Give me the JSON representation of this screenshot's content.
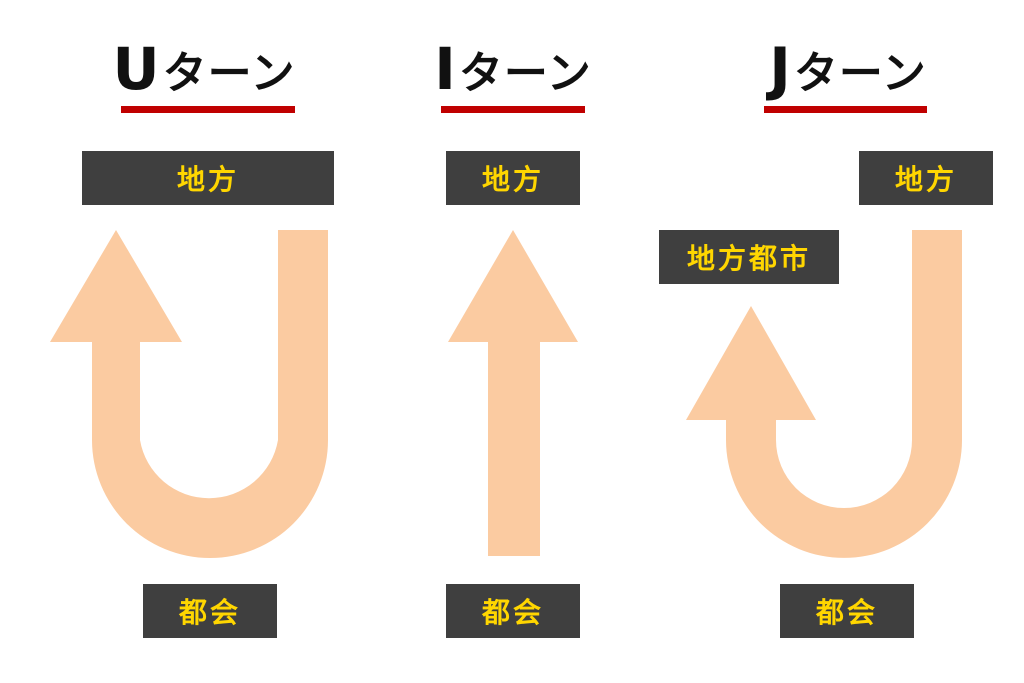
{
  "colors": {
    "accent_underline": "#c00000",
    "label_background": "#3f3f3f",
    "label_text": "#ffd600",
    "arrow_fill": "#fbcba1",
    "title_text": "#111111"
  },
  "panels": [
    {
      "title_letter": "U",
      "title_suffix": "ターン",
      "top_label": "地方",
      "bottom_label": "都会"
    },
    {
      "title_letter": "I",
      "title_suffix": "ターン",
      "top_label": "地方",
      "bottom_label": "都会"
    },
    {
      "title_letter": "J",
      "title_suffix": "ターン",
      "top_label": "地方",
      "middle_label": "地方都市",
      "bottom_label": "都会"
    }
  ]
}
